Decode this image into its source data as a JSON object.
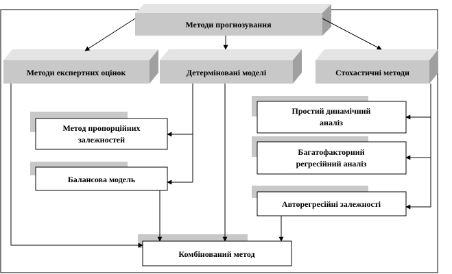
{
  "diagram": {
    "root": {
      "label": "Методи прогнозування"
    },
    "categories": [
      {
        "id": "expert",
        "label": "Методи експертних оцінок"
      },
      {
        "id": "determined",
        "label": "Детерміновані моделі"
      },
      {
        "id": "stochastic",
        "label": "Стохастичні методи"
      }
    ],
    "determined_methods": [
      {
        "id": "proportional",
        "lines": [
          "Метод пропорційних",
          "залежностей"
        ]
      },
      {
        "id": "balance",
        "lines": [
          "Балансова модель"
        ]
      }
    ],
    "stochastic_methods": [
      {
        "id": "dynamic",
        "lines": [
          "Простий динамічний",
          "аналіз"
        ]
      },
      {
        "id": "multifactor",
        "lines": [
          "Багатофакторний",
          "регресійний аналіз"
        ]
      },
      {
        "id": "autoregressive",
        "lines": [
          "Авторегресійні залежності"
        ]
      }
    ],
    "result": {
      "label": "Комбінований метод"
    }
  },
  "colors": {
    "box_fill": "#c8c8c8",
    "box_top": "#e4e4e4",
    "box_side": "#a0a0a0",
    "shadow": "#c8c8c8",
    "line": "#000000"
  }
}
